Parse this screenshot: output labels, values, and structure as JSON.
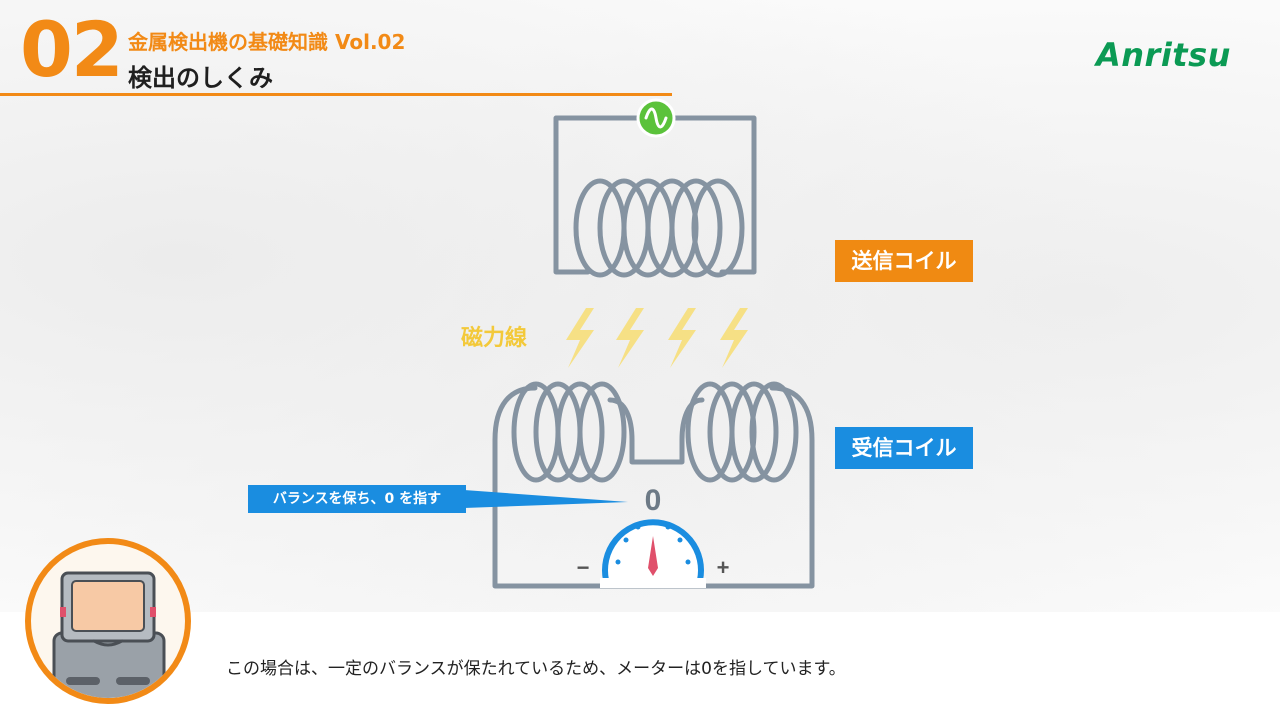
{
  "header": {
    "number": "02",
    "series_title": "金属検出機の基礎知識 Vol.02",
    "subtitle": "検出のしくみ"
  },
  "brand": {
    "logo_text": "Anritsu",
    "color": "#0b9a54"
  },
  "diagram": {
    "transmit_coil_label": "送信コイル",
    "receive_coil_label": "受信コイル",
    "magnetic_field_label": "磁力線",
    "meter_value": "0",
    "meter_minus": "−",
    "meter_plus": "+",
    "callout": "バランスを保ち、0 を指す",
    "needle_position": "center"
  },
  "caption": "この場合は、一定のバランスが保たれているため、メーターは0を指しています。",
  "colors": {
    "accent_orange": "#f28a16",
    "accent_blue": "#1a8de0",
    "coil_gray": "#8593a1",
    "lightning_yellow": "#f7df7a",
    "power_green": "#5bc23b"
  }
}
